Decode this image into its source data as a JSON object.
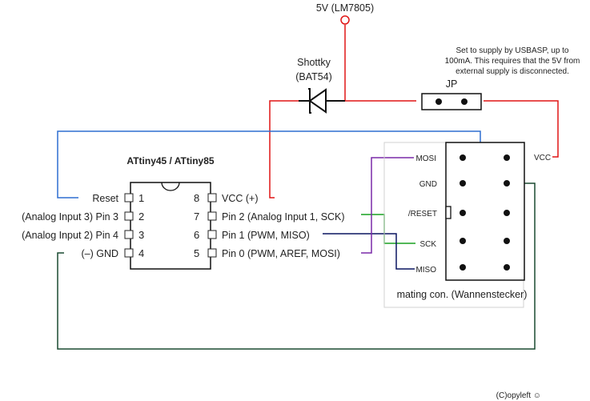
{
  "supply": {
    "label": "5V (LM7805)"
  },
  "diode": {
    "name": "Shottky",
    "part": "(BAT54)"
  },
  "jumper": {
    "label": "JP",
    "note_lines": [
      "Set to supply by USBASP, up to",
      "100mA. This requires that the 5V from",
      "external supply is disconnected."
    ]
  },
  "chip": {
    "title": "ATtiny45 / ATtiny85",
    "left_pins": [
      {
        "num": "1",
        "label": "Reset"
      },
      {
        "num": "2",
        "label": "(Analog Input 3) Pin 3"
      },
      {
        "num": "3",
        "label": "(Analog Input 2) Pin 4"
      },
      {
        "num": "4",
        "label": "(–) GND"
      }
    ],
    "right_pins": [
      {
        "num": "8",
        "label": "VCC (+)"
      },
      {
        "num": "7",
        "label": "Pin 2 (Analog Input 1, SCK)"
      },
      {
        "num": "6",
        "label": "Pin 1 (PWM, MISO)"
      },
      {
        "num": "5",
        "label": "Pin 0 (PWM, AREF, MOSI)"
      }
    ]
  },
  "connector": {
    "caption": "mating con. (Wannenstecker)",
    "left_labels": {
      "mosi": "MOSI",
      "gnd": "GND",
      "reset": "/RESET",
      "sck": "SCK",
      "miso": "MISO"
    },
    "right_labels": {
      "vcc": "VCC"
    }
  },
  "wires": {
    "vcc": "#e01515",
    "reset": "#2f6fd0",
    "sck": "#19a020",
    "miso": "#0a1560",
    "mosi": "#7a2aa8",
    "gnd": "#1a4a30"
  },
  "footer": {
    "copyleft": "(C)opyleft ☺"
  }
}
